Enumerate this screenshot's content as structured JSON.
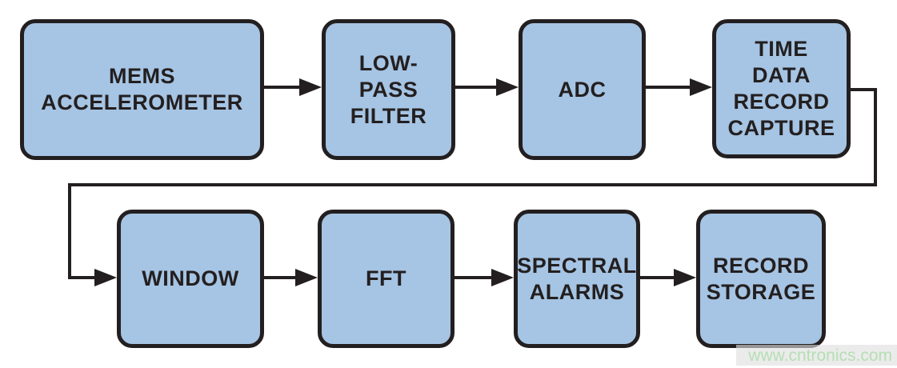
{
  "diagram": {
    "type": "block-flow-diagram",
    "nodes": [
      {
        "id": "mems-accelerometer",
        "label": "MEMS\nACCELEROMETER"
      },
      {
        "id": "low-pass-filter",
        "label": "LOW-\nPASS\nFILTER"
      },
      {
        "id": "adc",
        "label": "ADC"
      },
      {
        "id": "time-data-record-capture",
        "label": "TIME\nDATA\nRECORD\nCAPTURE"
      },
      {
        "id": "window",
        "label": "WINDOW"
      },
      {
        "id": "fft",
        "label": "FFT"
      },
      {
        "id": "spectral-alarms",
        "label": "SPECTRAL\nALARMS"
      },
      {
        "id": "record-storage",
        "label": "RECORD\nSTORAGE"
      }
    ],
    "edges": [
      {
        "from": "mems-accelerometer",
        "to": "low-pass-filter"
      },
      {
        "from": "low-pass-filter",
        "to": "adc"
      },
      {
        "from": "adc",
        "to": "time-data-record-capture"
      },
      {
        "from": "time-data-record-capture",
        "to": "window"
      },
      {
        "from": "window",
        "to": "fft"
      },
      {
        "from": "fft",
        "to": "spectral-alarms"
      },
      {
        "from": "spectral-alarms",
        "to": "record-storage"
      }
    ],
    "colors": {
      "node_fill": "#a6c4e3",
      "node_border": "#231f20",
      "connector": "#231f20",
      "text_color": "#231f20",
      "watermark_text": "#b4dfb4",
      "watermark_bg": "rgba(223,223,223,0.62)"
    }
  },
  "watermark": {
    "text": "www.cntronics.com"
  }
}
